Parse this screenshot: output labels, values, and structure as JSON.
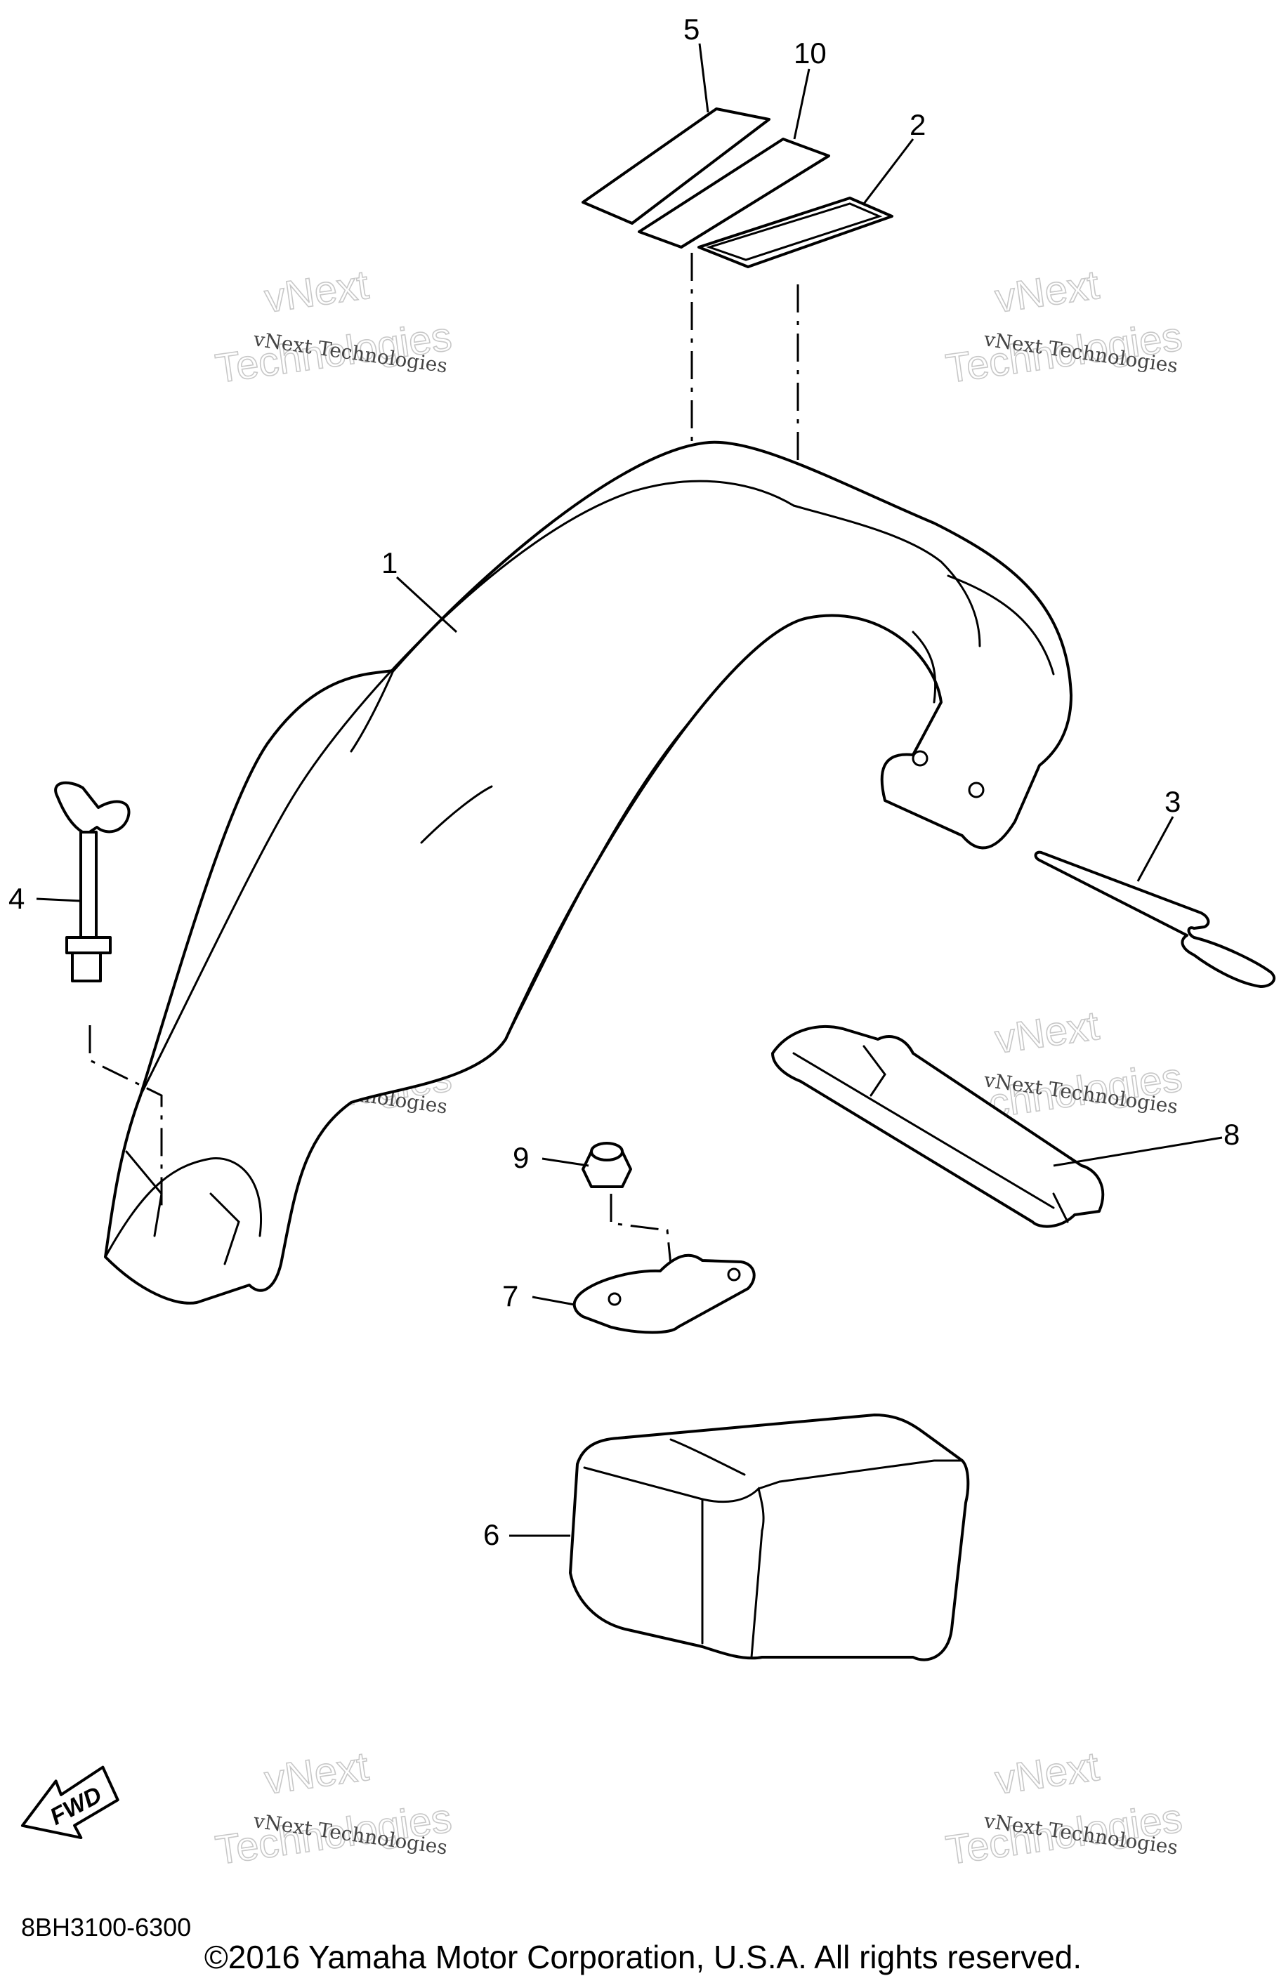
{
  "callouts": {
    "c1": "1",
    "c2": "2",
    "c3": "3",
    "c4": "4",
    "c5": "5",
    "c6": "6",
    "c7": "7",
    "c8": "8",
    "c9": "9",
    "c10": "10"
  },
  "fwd_label": "FWD",
  "watermark": {
    "small": "vNext Technologies",
    "big_line1": "vNext",
    "big_line2": "Technologies"
  },
  "diagram_code": "8BH3100-6300",
  "copyright": "©2016 Yamaha Motor Corporation, U.S.A. All rights reserved."
}
